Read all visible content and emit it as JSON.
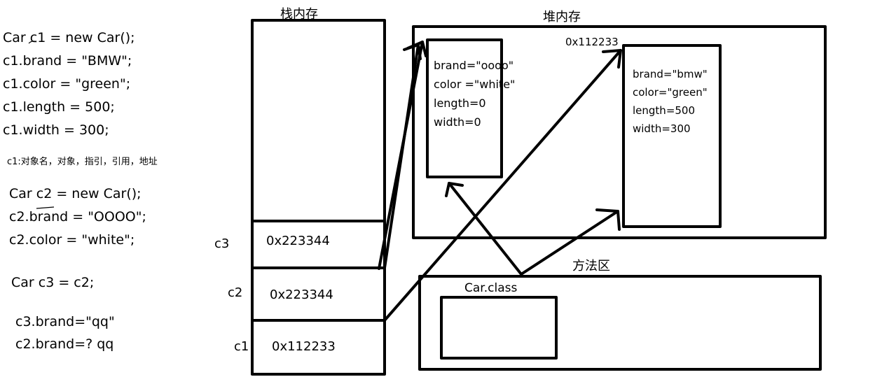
{
  "code_c1": [
    "Car c1 = new Car();",
    "c1.brand = \"BMW\";",
    "c1.color = \"green\";",
    "c1.length = 500;",
    "c1.width = 300;"
  ],
  "note": "c1:对象名，对象，指引，引用，地址",
  "code_c2": [
    "Car c2 = new Car();",
    "c2.brand = \"OOOO\";",
    "c2.color = \"white\";"
  ],
  "code_c3": "Car c3 = c2;",
  "code_q": [
    "c3.brand=\"qq\"",
    "c2.brand=? qq"
  ],
  "stack": {
    "title": "栈内存",
    "vars": [
      {
        "name": "c3",
        "value": "0x223344"
      },
      {
        "name": "c2",
        "value": "0x223344"
      },
      {
        "name": "c1",
        "value": "0x112233"
      }
    ]
  },
  "heap": {
    "title": "堆内存",
    "obj2_fields": [
      "brand=\"oooo\"",
      "color =\"white\"",
      "length=0",
      "width=0"
    ],
    "obj1_address": "0x112233",
    "obj1_fields": [
      "brand=\"bmw\"",
      "color=\"green\"",
      "length=500",
      "width=300"
    ]
  },
  "method_area": {
    "title": "方法区",
    "class_name": "Car.class"
  }
}
